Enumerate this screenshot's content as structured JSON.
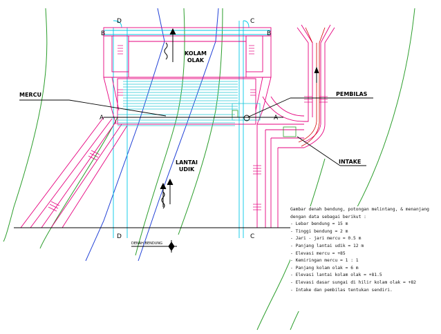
{
  "labels": {
    "kolam_olak": [
      "KOLAM",
      "OLAK"
    ],
    "lantai_udik": [
      "LANTAI",
      "UDIK"
    ],
    "mercu": "MERCU",
    "pembilas": "PEMBILAS",
    "intake": "INTAKE",
    "denah_bendung": "DENAH BENDUNG",
    "section_b_left": "B",
    "section_b_right": "B",
    "section_d_top": "D",
    "section_d_bottom": "D",
    "section_c_top": "C",
    "section_c_bottom": "C",
    "section_a_left": "A",
    "section_a_right": "A"
  },
  "notes": {
    "intro": [
      "Gambar denah bendung, potongan melintang, & menanjang",
      "dengan data sebagai berikut :"
    ],
    "items": [
      "- Lebar bendung = 15 m",
      "- Tinggi bendung = 2 m",
      "- Jari - jari mercu = 0.5 m",
      "- Panjang lantai udik = 12 m",
      "- Elevasi mercu = +85",
      "- Kemiringan mercu = 1 : 1",
      "- Panjang kolam olak = 6 m",
      "- Elevasi lantai kolam olak = +81.5",
      "- Elevasi dasar sungai di hilir kolam olak = +82",
      "- Intake dan pembilas tentukan sendiri."
    ]
  },
  "colors": {
    "structure": "#e6007e",
    "axis": "#00c8e6",
    "riverbank": "#2a9d2a",
    "channel": "#1f3fd6",
    "water_lines": "#22c7d4",
    "lines": "#000000"
  }
}
